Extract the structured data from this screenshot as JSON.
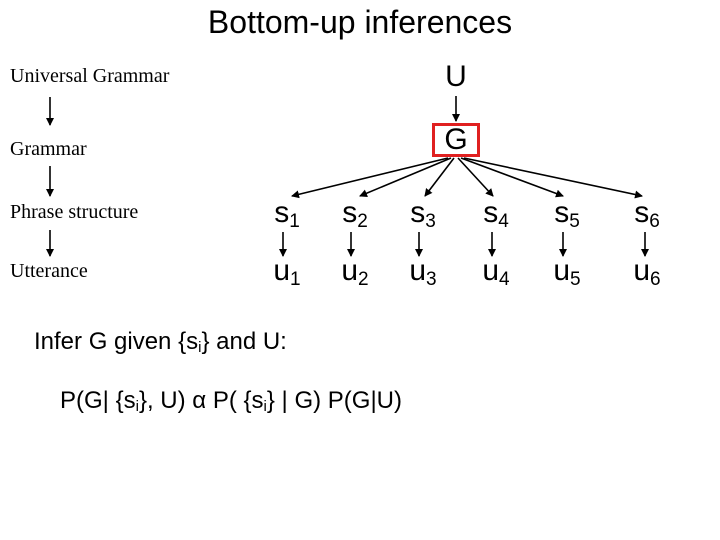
{
  "title": "Bottom-up inferences",
  "levels": {
    "universal_grammar": "Universal Grammar",
    "grammar": "Grammar",
    "phrase_structure": "Phrase structure",
    "utterance": "Utterance"
  },
  "nodes": {
    "u": "U",
    "g": "G",
    "s_letter": "s",
    "u_letter": "u",
    "indices": [
      "1",
      "2",
      "3",
      "4",
      "5",
      "6"
    ]
  },
  "infer": {
    "prefix": "Infer G given {s",
    "sub": "i",
    "suffix": "}  and U:"
  },
  "formula": {
    "part1": "P(G| {s",
    "sub1": "i",
    "part2": "}, U) α P( {s",
    "sub2": "i",
    "part3": "} | G) P(G|U)"
  },
  "colors": {
    "highlight_box": "#e02020",
    "text": "#000000",
    "background": "#ffffff"
  }
}
